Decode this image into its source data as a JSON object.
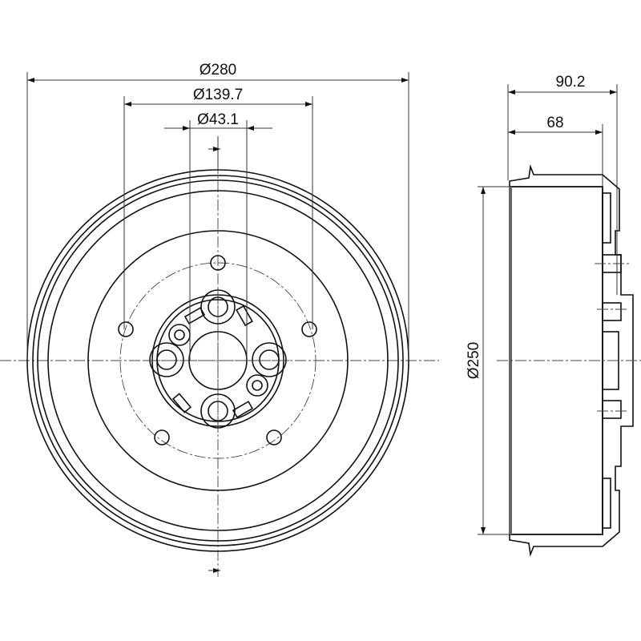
{
  "drawing": {
    "title": "Brake drum dimensional drawing",
    "dimensions": {
      "outer_diameter": "Ø280",
      "bolt_circle_diameter": "Ø139.7",
      "center_bore_diameter": "Ø43.1",
      "total_height": "90.2",
      "inner_depth": "68",
      "braking_diameter": "Ø250"
    },
    "colors": {
      "line": "#111111",
      "hatch": "#777777"
    }
  }
}
